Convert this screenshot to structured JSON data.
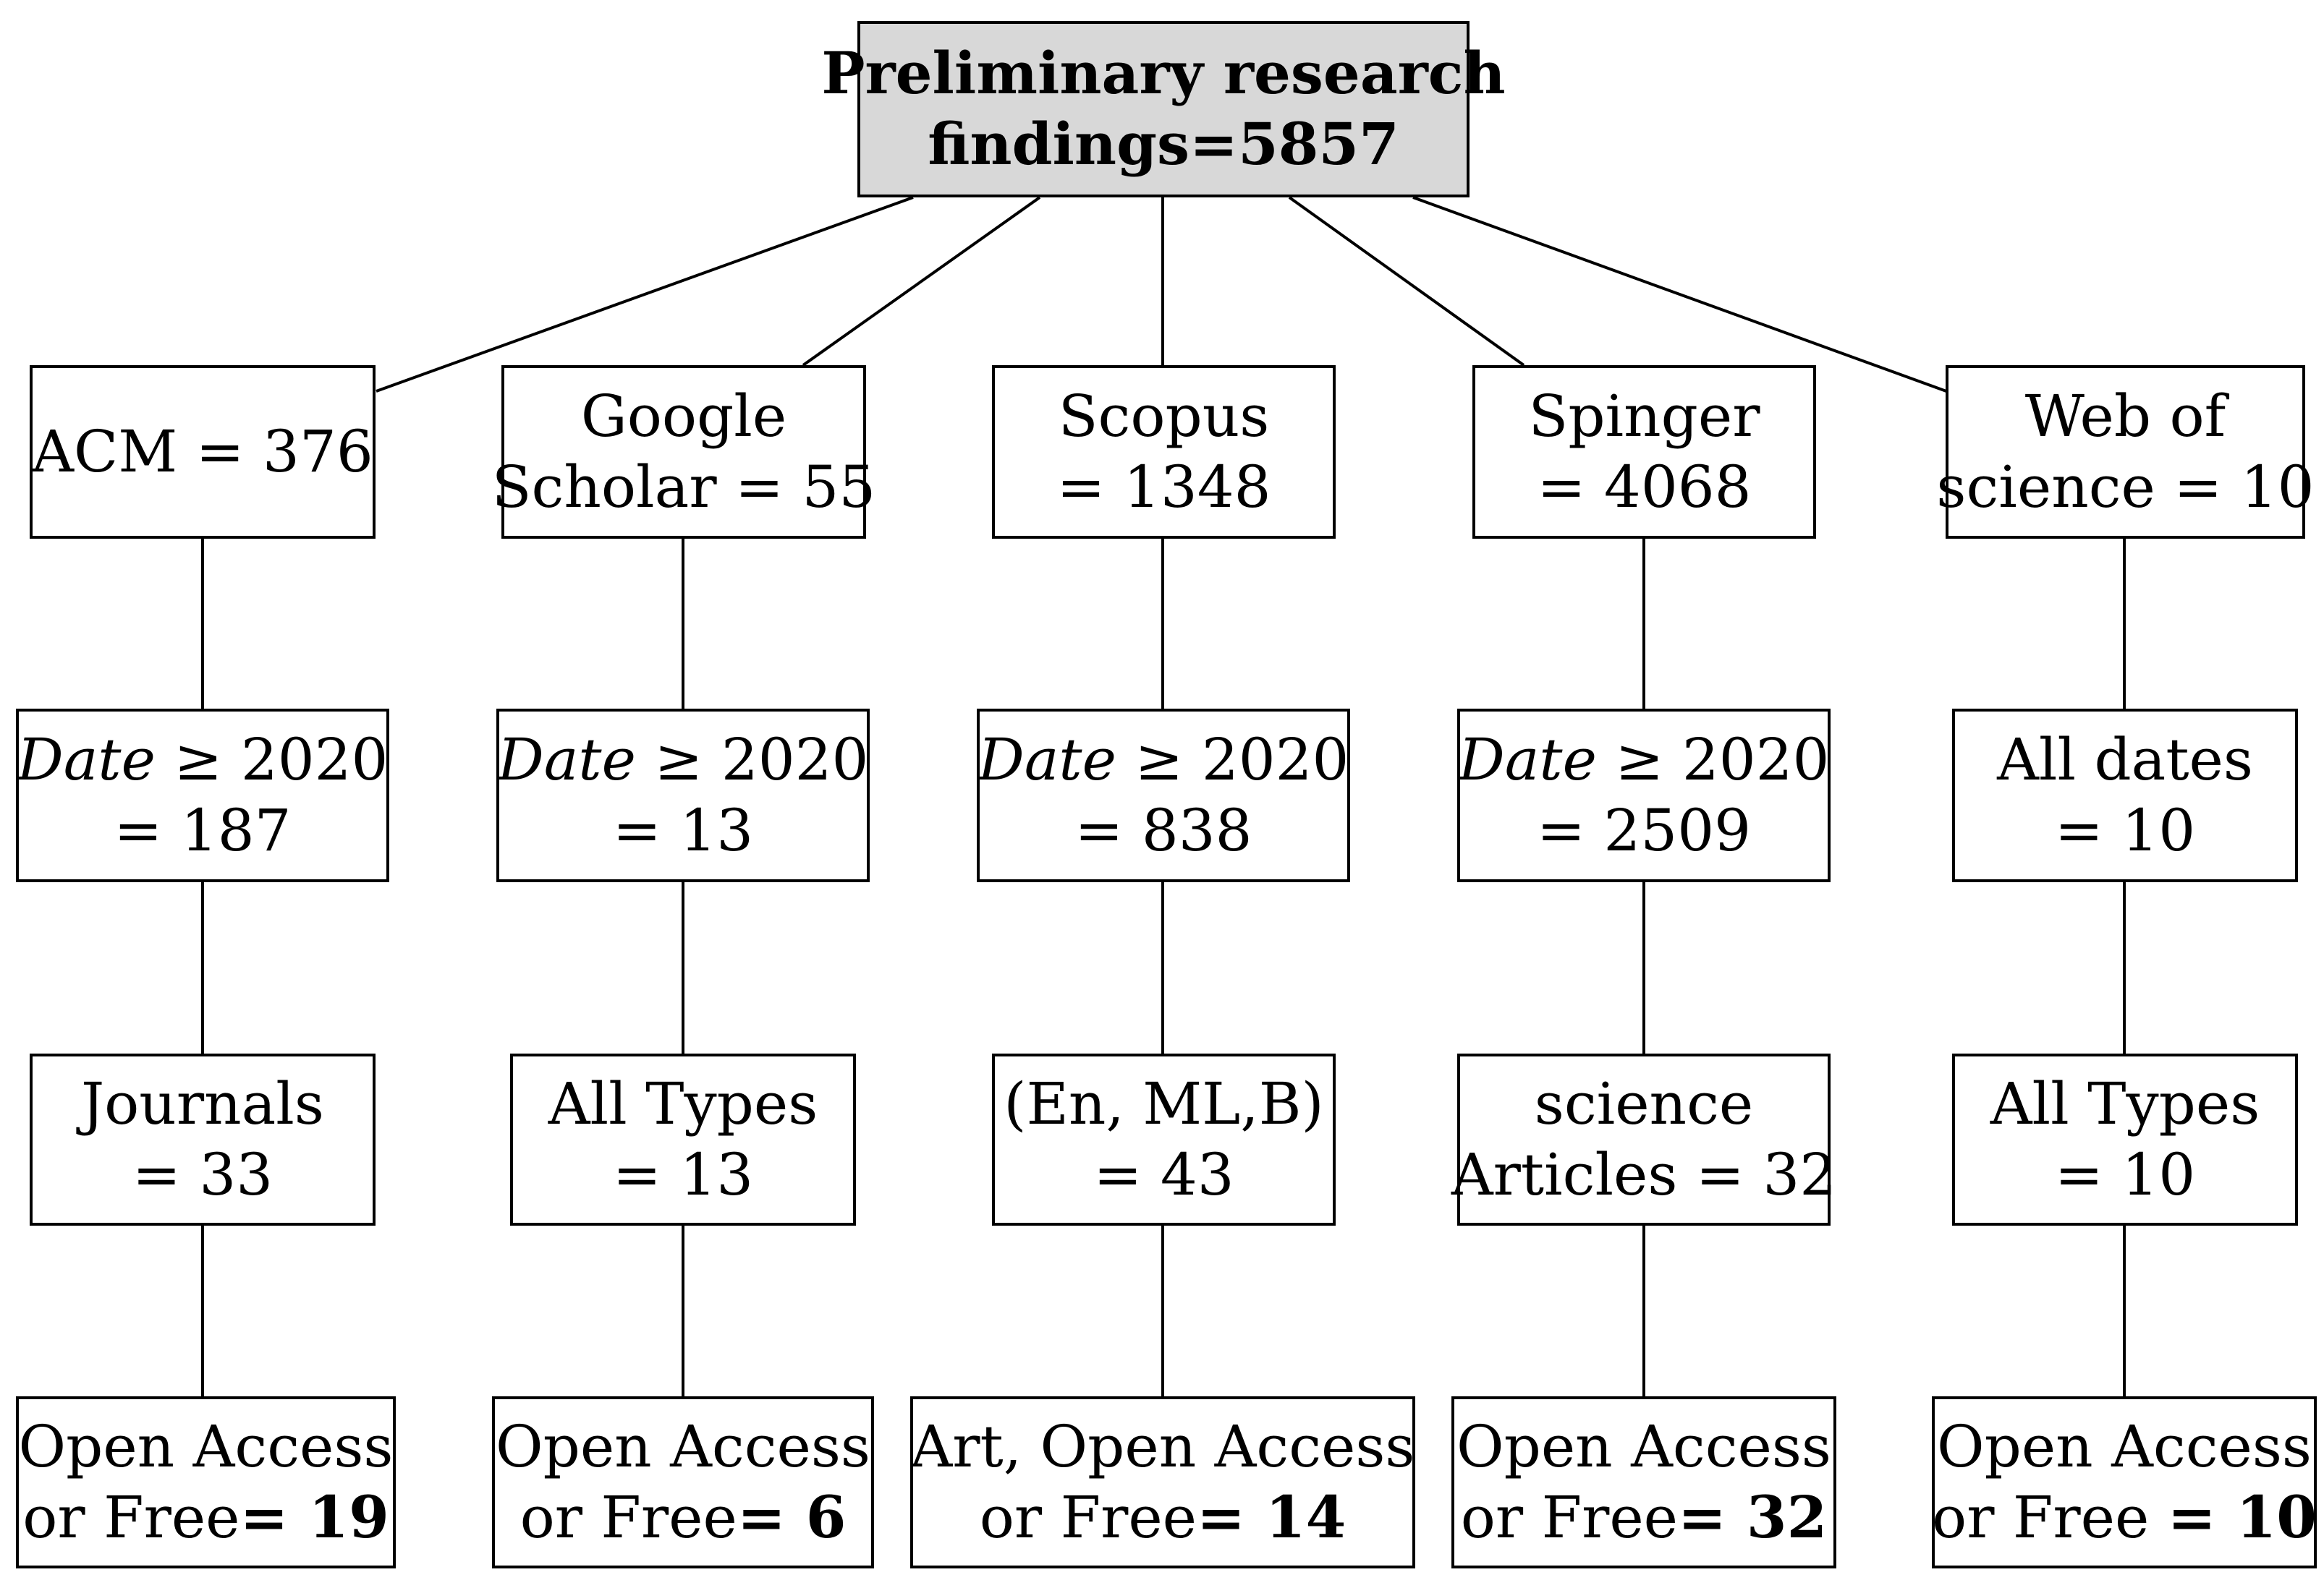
{
  "root": {
    "line1": "Preliminary research",
    "line2": "findings=5857"
  },
  "sources": [
    {
      "line1": "ACM = 376",
      "line2": ""
    },
    {
      "line1": "Google",
      "line2": "Scholar = 55"
    },
    {
      "line1": "Scopus",
      "line2": "= 1348"
    },
    {
      "line1": "Spinger",
      "line2": "= 4068"
    },
    {
      "line1": "Web of",
      "line2": "science = 10"
    }
  ],
  "date_filters": [
    {
      "label": "Date",
      "op": "≥ 2020",
      "count": "= 187"
    },
    {
      "label": "Date",
      "op": "≥ 2020",
      "count": "= 13"
    },
    {
      "label": "Date",
      "op": "≥ 2020",
      "count": "= 838"
    },
    {
      "label": "Date",
      "op": "≥ 2020",
      "count": "= 2509"
    },
    {
      "label": "All dates",
      "op": "",
      "count": "= 10"
    }
  ],
  "type_filters": [
    {
      "line1": "Journals",
      "line2": "= 33"
    },
    {
      "line1": "All Types",
      "line2": "= 13"
    },
    {
      "line1": "(En, ML,B)",
      "line2": "= 43"
    },
    {
      "line1": "science",
      "line2": "Articles = 32"
    },
    {
      "line1": "All Types",
      "line2": "= 10"
    }
  ],
  "access_filters": [
    {
      "line1": "Open Access",
      "line2_prefix": "or Free",
      "count": "= 19"
    },
    {
      "line1": "Open Access",
      "line2_prefix": "or Free",
      "count": "= 6"
    },
    {
      "line1": "Art, Open Access",
      "line2_prefix": "or Free",
      "count": "= 14"
    },
    {
      "line1": "Open Access",
      "line2_prefix": "or Free",
      "count": "= 32"
    },
    {
      "line1": "Open Access",
      "line2_prefix": "or Free ",
      "count": "= 10"
    }
  ]
}
